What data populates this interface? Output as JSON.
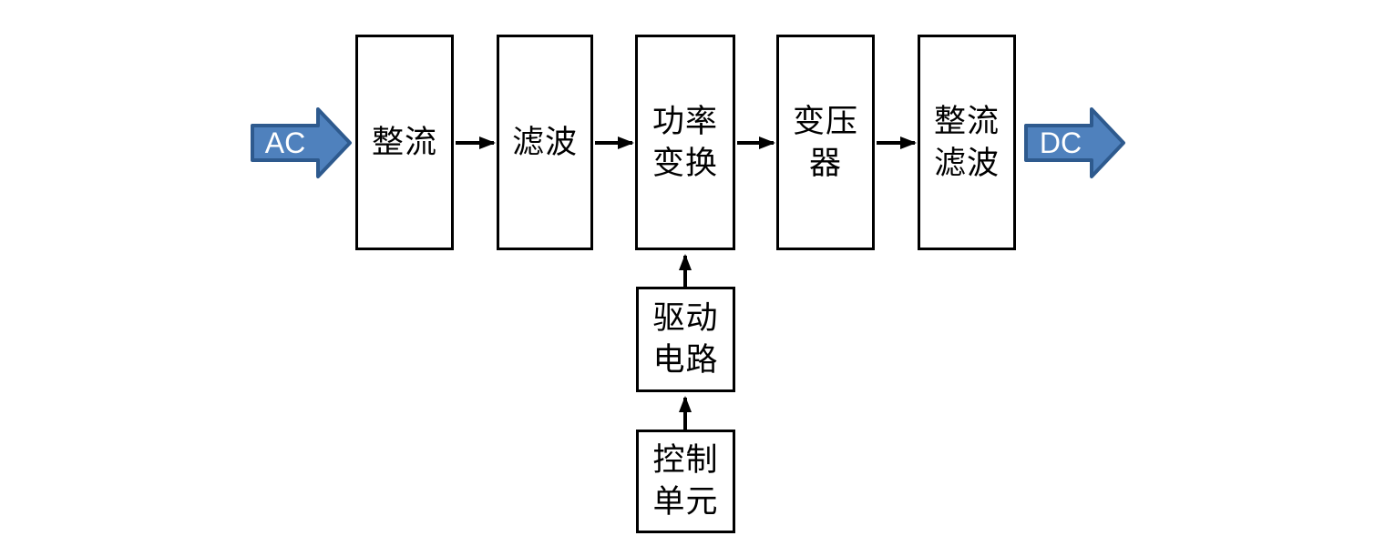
{
  "colors": {
    "block_arrow_fill": "#4f81bd",
    "block_arrow_border": "#2e5a8e",
    "line_color": "#000000",
    "box_border": "#000000",
    "text_color": "#000000",
    "io_text": "#ffffff",
    "background": "#ffffff"
  },
  "diagram": {
    "type": "block-diagram",
    "input_label": "AC",
    "output_label": "DC",
    "blocks": {
      "rectifier": {
        "label": "整流"
      },
      "filter": {
        "label": "滤波"
      },
      "power_conversion": {
        "label": "功率\n变换"
      },
      "transformer": {
        "label": "变压\n器"
      },
      "rectifier_filter": {
        "label": "整流\n滤波"
      },
      "drive_circuit": {
        "label": "驱动\n电路"
      },
      "control_unit": {
        "label": "控制\n单元"
      }
    }
  }
}
